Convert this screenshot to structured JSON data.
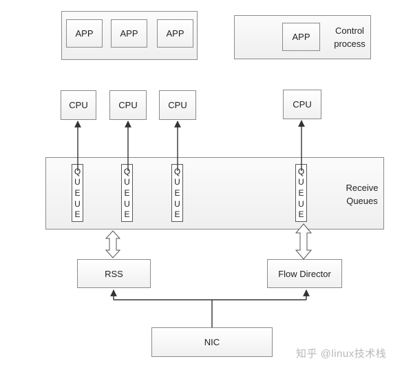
{
  "apps": [
    "APP",
    "APP",
    "APP"
  ],
  "control": {
    "app": "APP",
    "label_line1": "Control",
    "label_line2": "process"
  },
  "cpus": [
    "CPU",
    "CPU",
    "CPU",
    "CPU"
  ],
  "queue_letters": [
    "Q",
    "U",
    "E",
    "U",
    "E"
  ],
  "receive_queues": {
    "line1": "Receive",
    "line2": "Queues"
  },
  "rss": "RSS",
  "flow_director": "Flow Director",
  "nic": "NIC",
  "watermark": "知乎 @linux技术栈"
}
